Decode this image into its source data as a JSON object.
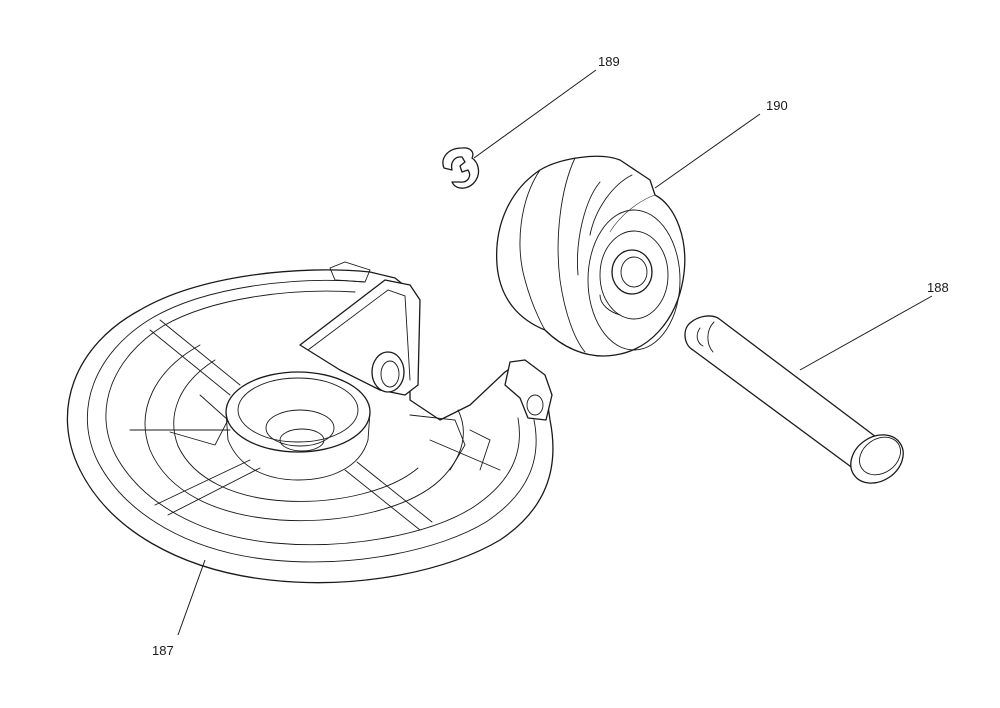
{
  "callouts": {
    "c187": "187",
    "c188": "188",
    "c189": "189",
    "c190": "190"
  },
  "colors": {
    "line": "#1a1a1a",
    "background": "#ffffff"
  }
}
